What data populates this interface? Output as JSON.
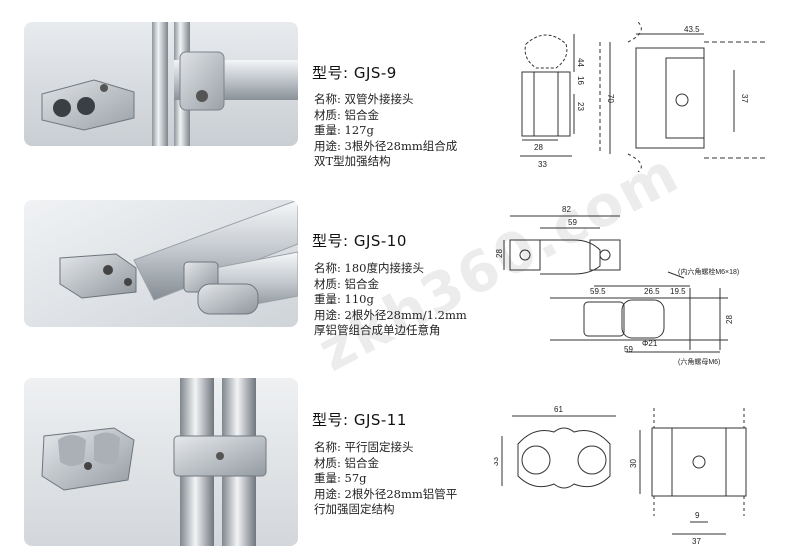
{
  "products": [
    {
      "model": "型号: GJS-9",
      "specs": [
        "名称: 双管外接接头",
        "材质: 铝合金",
        "重量: 127g",
        "用途: 3根外径28mm组合成",
        "双T型加强结构"
      ],
      "dims": {
        "a": "44",
        "b": "16",
        "c": "23",
        "d": "28",
        "e": "33",
        "f": "43.5",
        "g": "70",
        "h": "37"
      }
    },
    {
      "model": "型号: GJS-10",
      "specs": [
        "名称: 180度内接接头",
        "材质: 铝合金",
        "重量: 110g",
        "用途: 2根外径28mm/1.2mm",
        "厚铝管组合成单边任意角"
      ],
      "dims": {
        "a": "82",
        "b": "59",
        "c": "28",
        "d": "59.5",
        "e": "26.5",
        "f": "19.5",
        "g": "28",
        "h": "59",
        "i": "Φ21",
        "bolt": "(内六角螺栓M6×18)",
        "nut": "(六角螺母M6)"
      }
    },
    {
      "model": "型号: GJS-11",
      "specs": [
        "名称: 平行固定接头",
        "材质: 铝合金",
        "重量: 57g",
        "用途: 2根外径28mm铝管平",
        "行加强固定结构"
      ],
      "dims": {
        "a": "61",
        "b": "33",
        "c": "30",
        "d": "9",
        "e": "37"
      }
    }
  ],
  "watermark": "zkh360.com"
}
